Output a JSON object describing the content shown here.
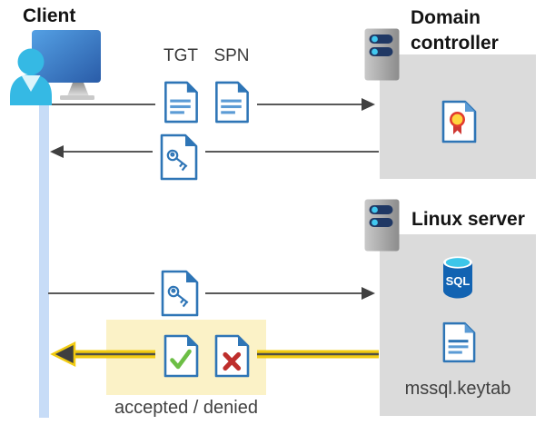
{
  "diagram": {
    "client": {
      "label": "Client"
    },
    "domain_controller": {
      "label": "Domain controller"
    },
    "linux_server": {
      "label": "Linux server"
    },
    "tickets": {
      "tgt_label": "TGT",
      "spn_label": "SPN"
    },
    "keytab": {
      "label": "mssql.keytab"
    },
    "result": {
      "label": "accepted / denied"
    },
    "sql": {
      "label": "SQL"
    }
  },
  "colors": {
    "doc_border_blue": "#2E75B6",
    "doc_line_blue": "#5B9BD5",
    "box_gray": "#DBDBDB",
    "highlight_box_yellow": "#FBF2C7",
    "highlight_arrow_gold": "#F2CB11",
    "arrow_gray": "#595959",
    "arrowhead_gray": "#404040",
    "lifeline_blue": "#C7DCF7",
    "accept_green": "#6CBE45",
    "deny_red": "#BE2E2C",
    "sql_body_blue": "#1263B2",
    "sql_top_cyan": "#3DC6E9",
    "person_cyan": "#35B9E4",
    "server_pill_navy": "#203864",
    "server_dot_cyan": "#41C8F0",
    "cert_ribbon_red": "#CF3732",
    "cert_seal_yellow": "#FFD53D"
  }
}
